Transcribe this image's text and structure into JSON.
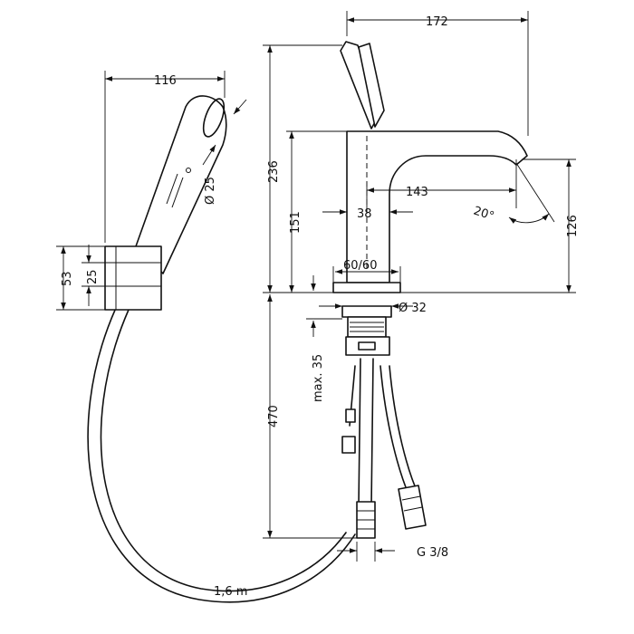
{
  "dimensions": {
    "width_spout": "172",
    "width_handshower": "116",
    "height_total": "236",
    "height_body": "151",
    "height_outlet": "126",
    "projection": "143",
    "body_width": "38",
    "angle": "20°",
    "base": "60/60",
    "hole": "Ø 32",
    "shower_diameter": "Ø 25",
    "holder_height": "53",
    "holder_inner": "25",
    "below_counter": "470",
    "max_thickness": "max. 35",
    "thread": "G 3/8",
    "hose_length": "1,6 m"
  },
  "colors": {
    "line": "#111111",
    "background": "#ffffff"
  }
}
